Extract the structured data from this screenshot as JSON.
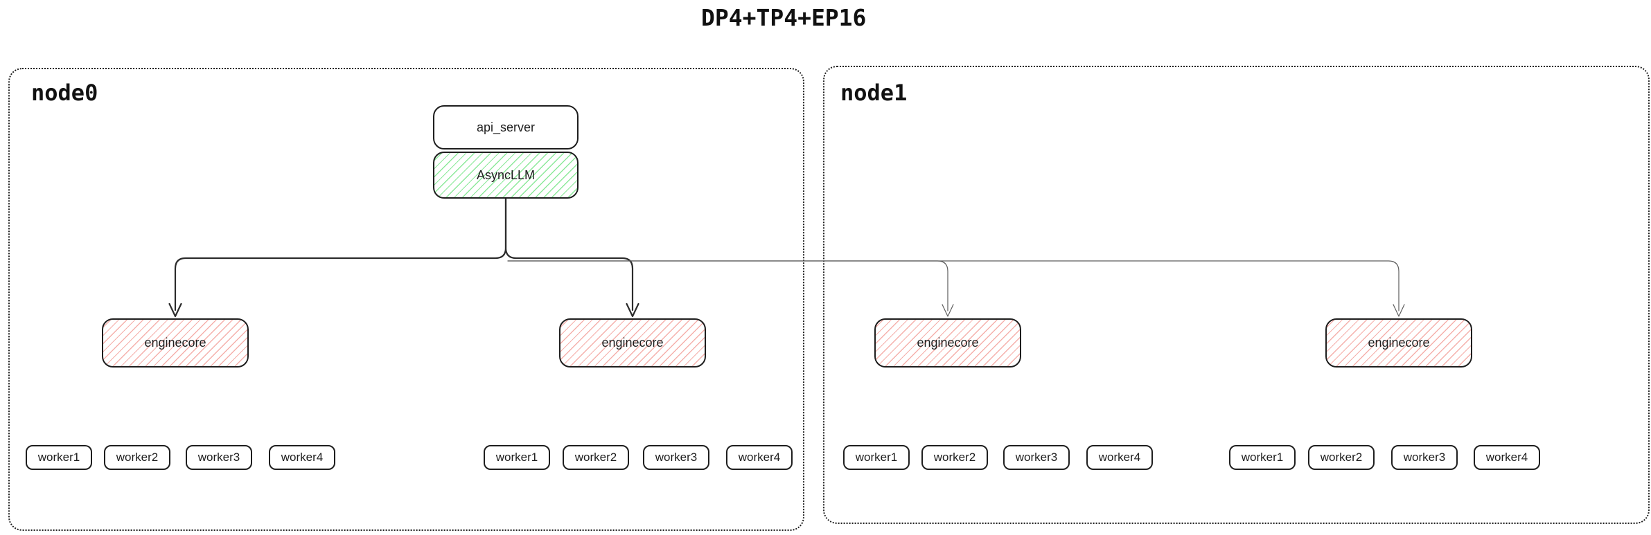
{
  "title": "DP4+TP4+EP16",
  "colors": {
    "green_hatch": "#8ce99a",
    "red_hatch": "#f5b0ab",
    "shape_border": "#1e1e1e",
    "thick_edge": "#2b2b2b",
    "thin_edge": "#5c5c5c"
  },
  "node0": {
    "label": "node0",
    "api_server": {
      "label": "api_server"
    },
    "async_llm": {
      "label": "AsyncLLM"
    },
    "enginecores": [
      {
        "label": "enginecore"
      },
      {
        "label": "enginecore"
      }
    ],
    "worker_rows": [
      [
        "worker1",
        "worker2",
        "worker3",
        "worker4"
      ],
      [
        "worker1",
        "worker2",
        "worker3",
        "worker4"
      ]
    ]
  },
  "node1": {
    "label": "node1",
    "enginecores": [
      {
        "label": "enginecore"
      },
      {
        "label": "enginecore"
      }
    ],
    "worker_rows": [
      [
        "worker1",
        "worker2",
        "worker3",
        "worker4"
      ],
      [
        "worker1",
        "worker2",
        "worker3",
        "worker4"
      ]
    ]
  }
}
